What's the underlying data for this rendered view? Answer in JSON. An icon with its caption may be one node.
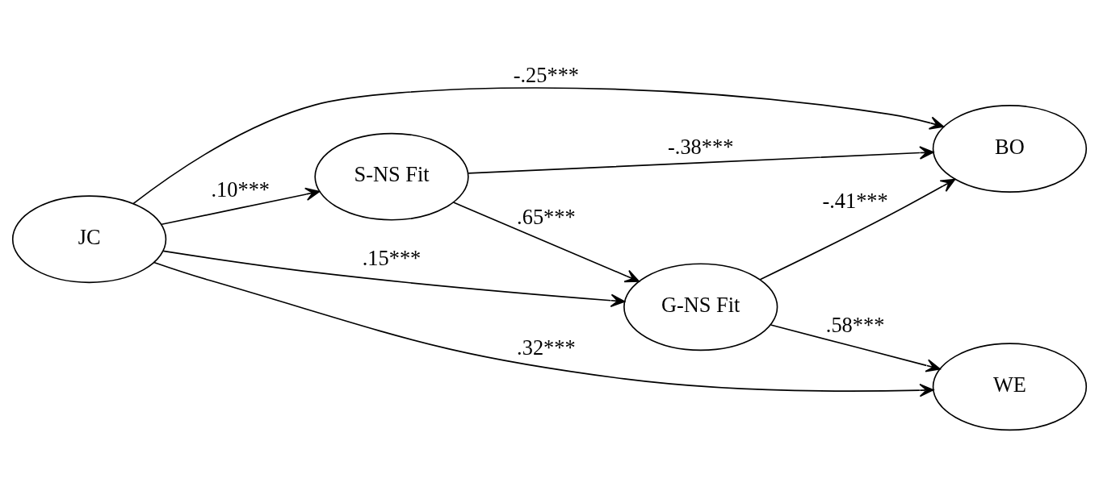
{
  "diagram": {
    "nodes": [
      {
        "text": [
          "JC"
        ]
      },
      {
        "text": [
          "S-NS Fit"
        ]
      },
      {
        "text": [
          "G-NS Fit"
        ]
      },
      {
        "text": [
          "BO"
        ]
      },
      {
        "text": [
          "WE"
        ]
      }
    ],
    "edges": [
      {
        "from": 0,
        "to": 3,
        "arrow": "to",
        "label": "-.25***"
      },
      {
        "from": 0,
        "to": 1,
        "arrow": "to",
        "label": ".10***"
      },
      {
        "from": 1,
        "to": 3,
        "arrow": "to",
        "label": "-.38***"
      },
      {
        "from": 1,
        "to": 2,
        "arrow": "to",
        "label": ".65***"
      },
      {
        "from": 2,
        "to": 3,
        "arrow": "to",
        "label": "-.41***"
      },
      {
        "from": 2,
        "to": 4,
        "arrow": "to",
        "label": ".58***"
      },
      {
        "from": 0,
        "to": 2,
        "arrow": "to",
        "label": ".15***"
      },
      {
        "from": 0,
        "to": 4,
        "arrow": "to",
        "label": ".32***"
      }
    ]
  }
}
